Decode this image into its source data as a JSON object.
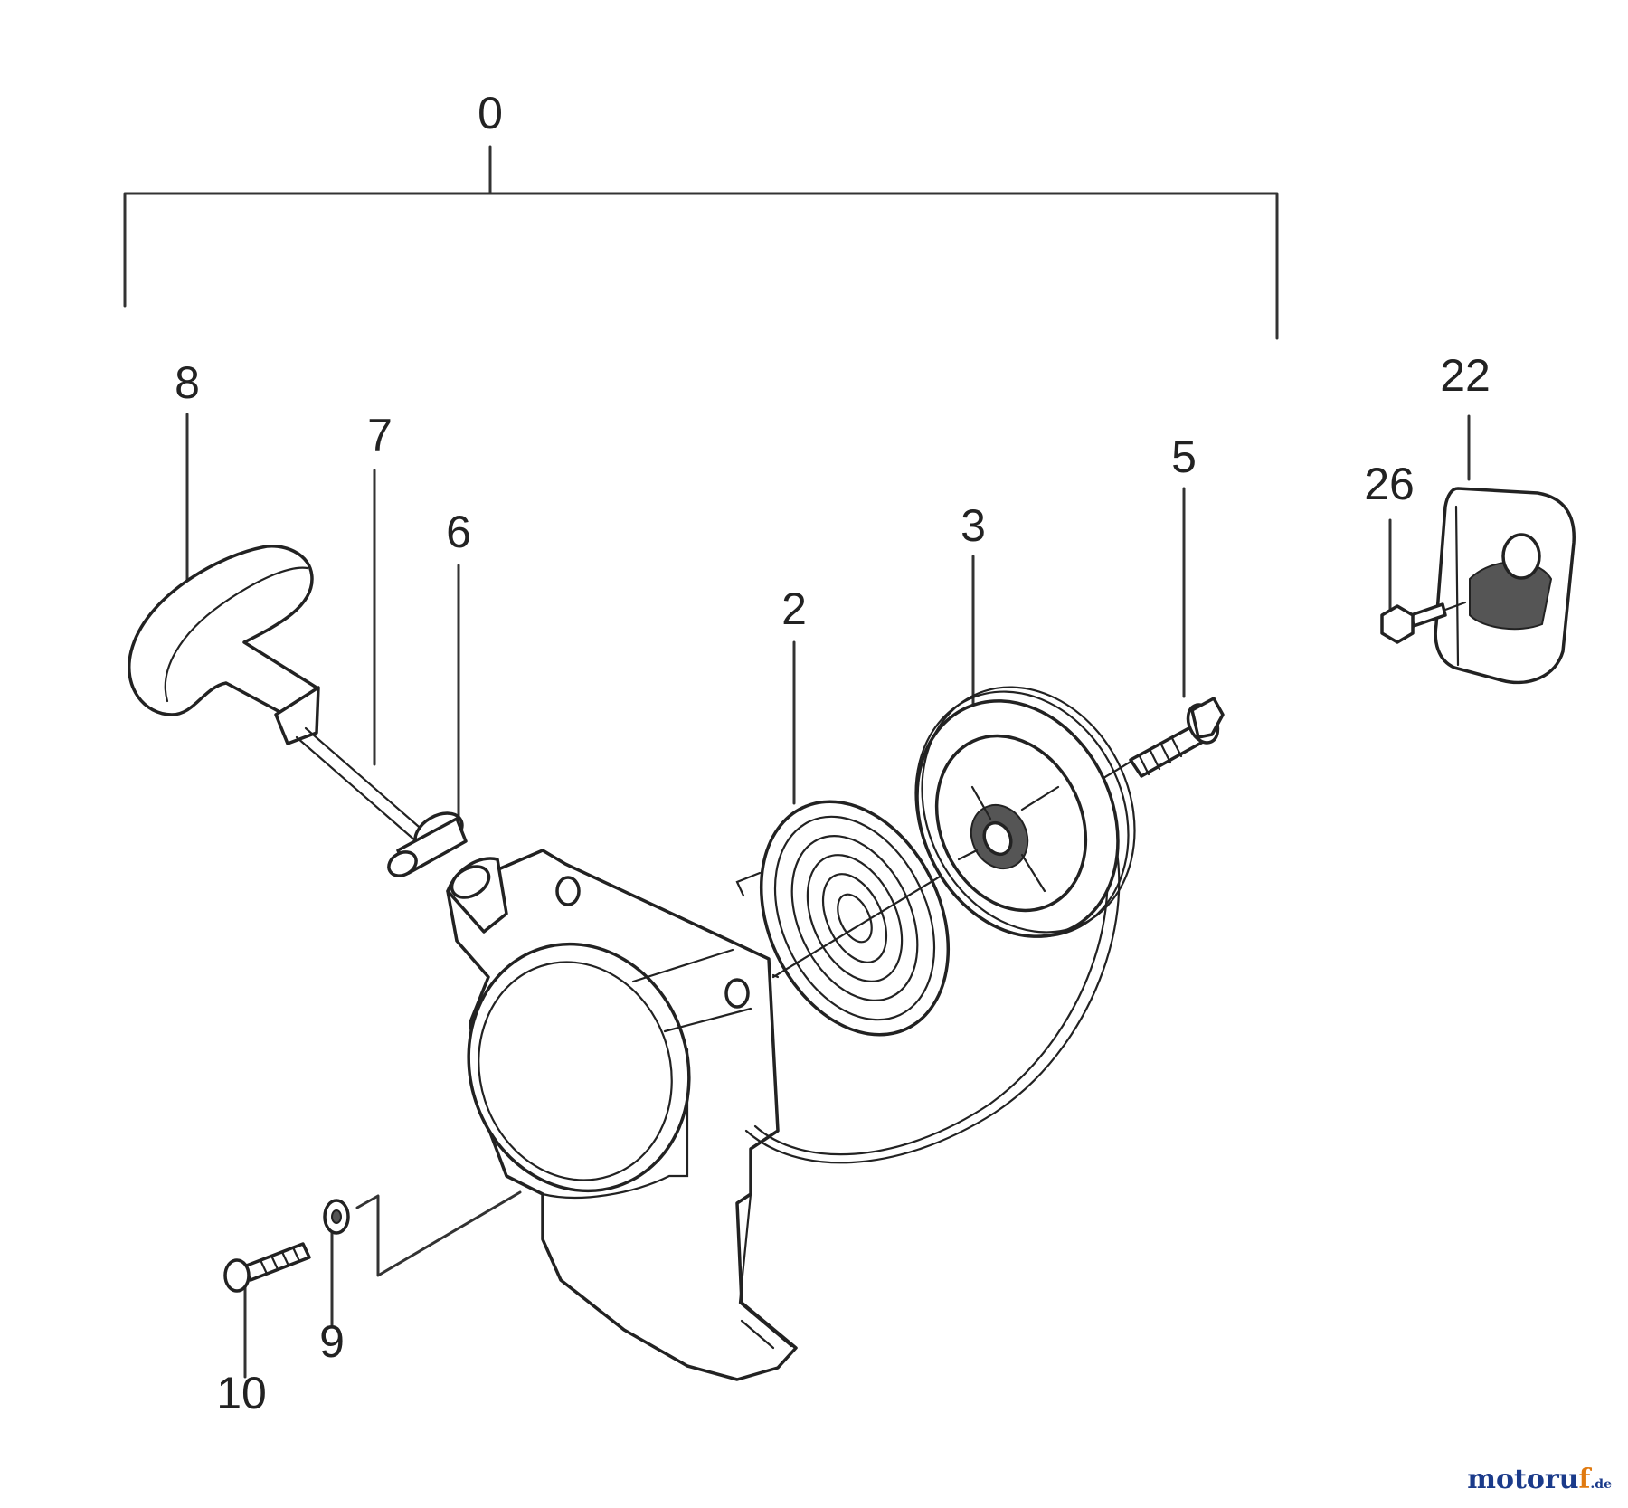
{
  "callouts": {
    "assembly": "0",
    "p2": "2",
    "p3": "3",
    "p5": "5",
    "p6": "6",
    "p7": "7",
    "p8": "8",
    "p9": "9",
    "p10": "10",
    "p22": "22",
    "p26": "26"
  },
  "watermark": {
    "main": "motoru",
    "accent": "f",
    "tld": ".de"
  },
  "colors": {
    "line": "#222222",
    "watermark_blue": "#1a3a8a",
    "watermark_orange": "#e07a10"
  }
}
